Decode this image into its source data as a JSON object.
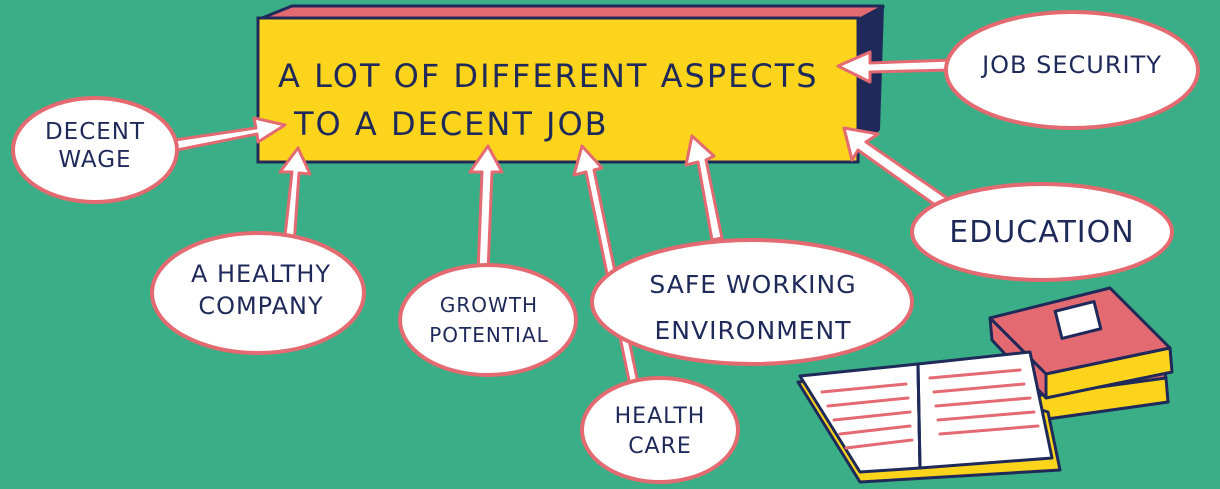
{
  "central_box": {
    "line1": "A LOT OF DIFFERENT ASPECTS",
    "line2": "TO A DECENT JOB"
  },
  "aspects": {
    "decent_wage": [
      "DECENT",
      "WAGE"
    ],
    "healthy_company": [
      "A HEALTHY",
      "COMPANY"
    ],
    "growth_potential": [
      "GROWTH",
      "POTENTIAL"
    ],
    "health_care": [
      "HEALTH",
      "CARE"
    ],
    "safe_working_environment": [
      "SAFE WORKING",
      "ENVIRONMENT"
    ],
    "education": [
      "EDUCATION"
    ],
    "job_security": [
      "JOB SECURITY"
    ]
  },
  "colors": {
    "background": "#3aae86",
    "box_fill": "#fcd41c",
    "box_top": "#e46a72",
    "box_side": "#1f2a5a",
    "bubble_fill": "#ffffff",
    "bubble_outline": "#e46a72",
    "arrow": "#ffffff",
    "arrow_outline": "#e46a72",
    "ink": "#1f2a5a"
  },
  "icons": [
    "closed-books-stack-icon",
    "open-book-icon"
  ]
}
